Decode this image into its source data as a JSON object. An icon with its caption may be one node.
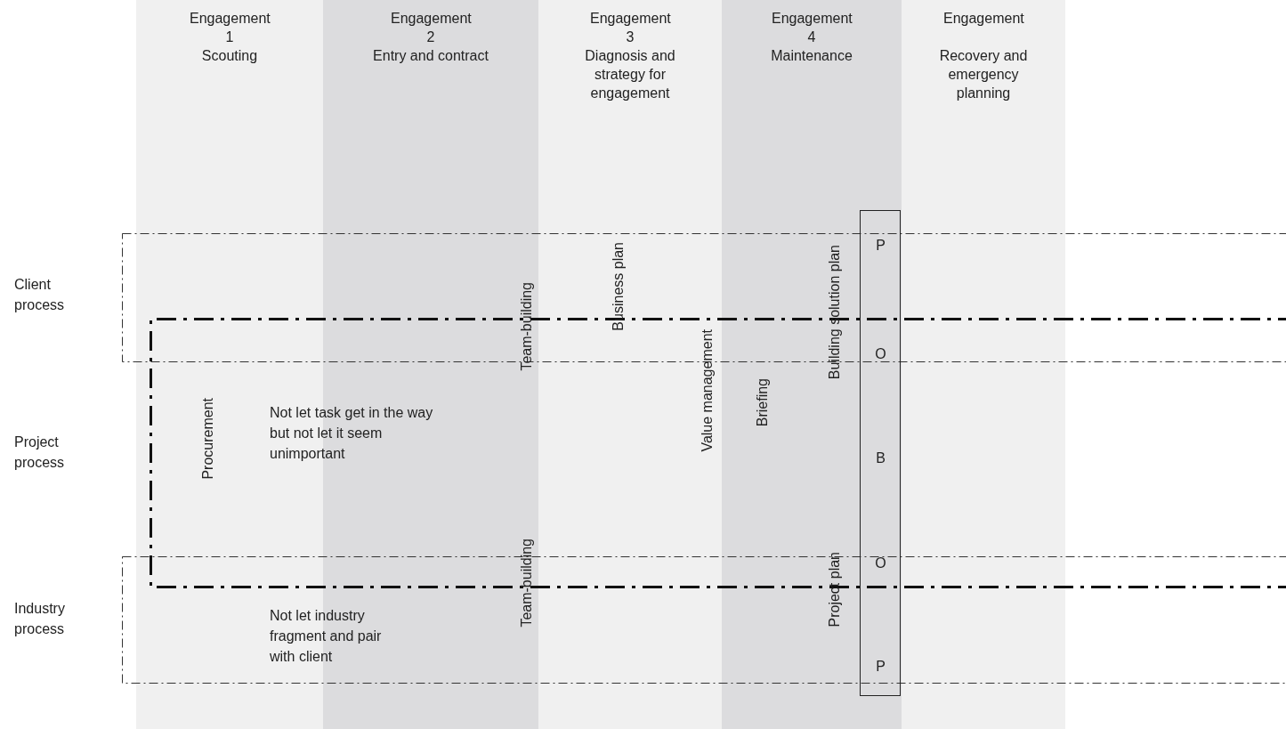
{
  "diagram": {
    "nodes": [
      {
        "text": [
          "Engagement 1",
          "Scouting"
        ]
      },
      {
        "text": [
          "Engagement 2",
          "Entry and contract"
        ]
      },
      {
        "text": [
          "Engagement 3",
          "Diagnosis and strategy for engagement"
        ]
      },
      {
        "text": [
          "Engagement 4",
          "Maintenance"
        ]
      },
      {
        "text": [
          "Engagement",
          "Recovery and emergency planning"
        ]
      },
      {
        "text": [],
        "shape": "box"
      },
      {
        "text": [],
        "shape": "box"
      },
      {
        "text": [],
        "shape": "box"
      },
      {
        "text": [
          "P",
          "O",
          "B",
          "O",
          "P"
        ],
        "in": 3
      }
    ],
    "edges": [],
    "labels": [
      "Client process",
      "Project process",
      "Industry process",
      "Business plan",
      "Building solution plan",
      "Team-building",
      "Value management",
      "Briefing",
      "Procurement",
      "Not let task get in the way but not let it seem unimportant",
      "Team-building",
      "Project plan",
      "Not let industry fragment and pair with client"
    ]
  }
}
